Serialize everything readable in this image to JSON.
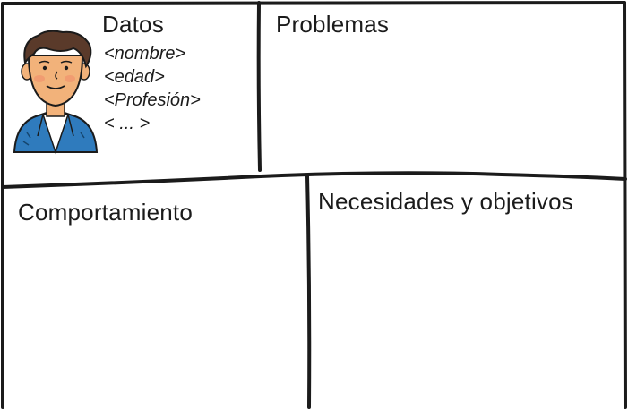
{
  "sections": {
    "datos": {
      "title": "Datos",
      "fields": [
        "<nombre>",
        "<edad>",
        "<Profesión>",
        "< ... >"
      ]
    },
    "problemas": {
      "title": "Problemas"
    },
    "comportamiento": {
      "title": "Comportamiento"
    },
    "necesidades": {
      "title": "Necesidades y objetivos"
    }
  },
  "avatar": {
    "icon": "persona-avatar-icon"
  },
  "colors": {
    "line": "#1b1b1b",
    "hair": "#5a3a2a",
    "skin": "#f2b27a",
    "cheek": "#f08a6a",
    "jacket": "#2f7bbd"
  }
}
